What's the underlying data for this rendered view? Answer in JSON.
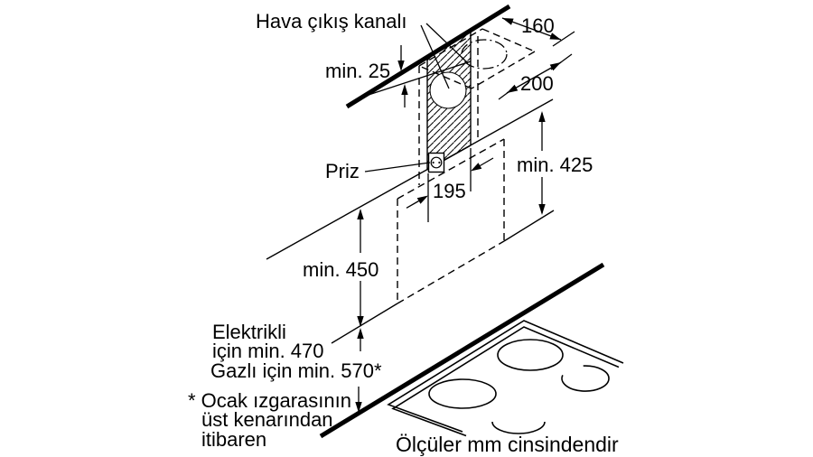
{
  "note": "Ölçüler mm cinsindendir",
  "labels": {
    "air_outlet_duct": "Hava çıkış kanalı",
    "socket": "Priz"
  },
  "dimensions": {
    "ceiling_gap": "min. 25",
    "cutout_depth": "160",
    "cutout_width": "200",
    "duct_width": "195",
    "chimney_height": "min. 425",
    "hood_height": "min. 450",
    "electric_line1": "Elektrikli",
    "electric_line2": "için min. 470",
    "gas": "Gazlı için min. 570*",
    "footnote_line1": "* Ocak ızgarasının",
    "footnote_line2": "üst kenarından",
    "footnote_line3": "itibaren"
  },
  "colors": {
    "line": "#000000",
    "background": "#ffffff"
  }
}
